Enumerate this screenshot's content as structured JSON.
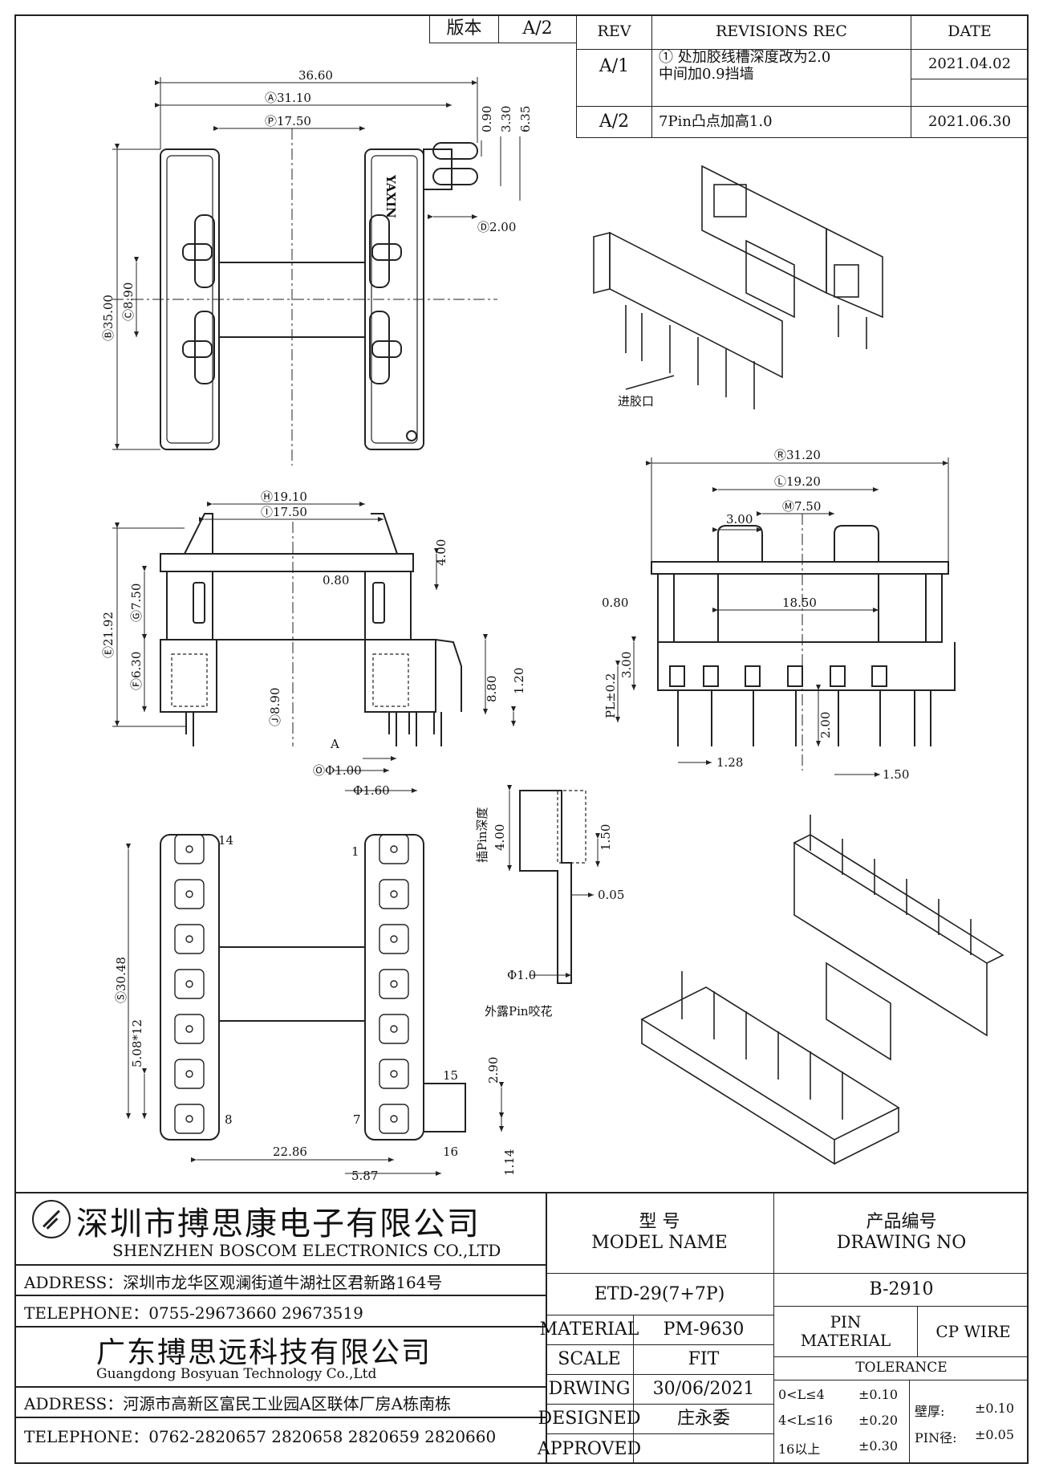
{
  "header": {
    "version_label": "版本",
    "version_value": "A/2",
    "rev_header": "REV",
    "revisions_header": "REVISIONS REC",
    "date_header": "DATE",
    "rows": [
      {
        "rev": "A/1",
        "marker": "①",
        "text_line1": "处加胶线槽深度改为2.0",
        "text_line2": "中间加0.9挡墙",
        "date": "2021.04.02"
      },
      {
        "rev": "A/2",
        "marker": "",
        "text_line1": "7Pin凸点加高1.0",
        "text_line2": "",
        "date": "2021.06.30"
      }
    ]
  },
  "drawing": {
    "logo_text": "YAXIN",
    "gate_label": "进胶口",
    "pin_depth_label": "插Pin深度",
    "pin_note": "外露Pin咬花",
    "section_label": "A",
    "pin_numbers": [
      "14",
      "1",
      "8",
      "7",
      "15",
      "16"
    ],
    "top_view": {
      "d1": "36.60",
      "d2": "Ⓐ31.10",
      "d3": "Ⓟ17.50",
      "d4": "0.90",
      "d5": "3.30",
      "d6": "6.35",
      "d7": "Ⓓ2.00",
      "d8": "Ⓑ35.00",
      "d9": "Ⓒ8.90"
    },
    "front_view": {
      "d1": "Ⓗ19.10",
      "d2": "Ⓘ17.50",
      "d3": "4.00",
      "d4": "0.80",
      "d5": "Ⓔ21.92",
      "d6": "Ⓖ7.50",
      "d7": "Ⓕ6.30",
      "d8": "Ⓙ8.90",
      "d9": "8.80",
      "d10": "1.20",
      "d11": "ⓄΦ1.00",
      "d12": "Φ1.60"
    },
    "side_view": {
      "d1": "Ⓡ31.20",
      "d2": "Ⓛ19.20",
      "d3": "Ⓜ7.50",
      "d4": "3.00",
      "d5": "0.80",
      "d6": "18.50",
      "d7": "3.00",
      "d8": "PL±0.2",
      "d9": "2.00",
      "d10": "1.28",
      "d11": "1.50"
    },
    "bottom_view": {
      "d1": "Ⓢ30.48",
      "d2": "5.08*12",
      "d3": "22.86",
      "d4": "5.87",
      "d5": "2.90",
      "d6": "1.14"
    },
    "pin_detail": {
      "d1": "4.00",
      "d2": "1.50",
      "d3": "0.05",
      "d4": "Φ1.0"
    }
  },
  "title_block": {
    "company1_cn": "深圳市搏思康电子有限公司",
    "company1_en": "SHENZHEN BOSCOM ELECTRONICS CO.,LTD",
    "address1": "ADDRESS：深圳市龙华区观澜街道牛湖社区君新路164号",
    "telephone1": "TELEPHONE：0755-29673660  29673519",
    "company2_cn": "广东搏思远科技有限公司",
    "company2_en": "Guangdong Bosyuan Technology Co.,Ltd",
    "address2": "ADDRESS：河源市高新区富民工业园A区联体厂房A栋南栋",
    "telephone2": "TELEPHONE：0762-2820657 2820658 2820659 2820660",
    "model_cn": "型    号",
    "model_en": "MODEL NAME",
    "model_value": "ETD-29(7+7P)",
    "drawing_no_cn": "产品编号",
    "drawing_no_en": "DRAWING NO",
    "drawing_no_value": "B-2910",
    "material_label": "MATERIAL",
    "material_value": "PM-9630",
    "scale_label": "SCALE",
    "scale_value": "FIT",
    "drawing_label": "DRWING",
    "drawing_value": "30/06/2021",
    "designed_label": "DESIGNED",
    "designed_value": "庄永委",
    "approved_label": "APPROVED",
    "pin_material_label1": "PIN",
    "pin_material_label2": "MATERIAL",
    "pin_material_value": "CP WIRE",
    "tolerance_label": "TOLERANCE",
    "tol_rows": [
      {
        "range": "0<L≤4",
        "value": "±0.10"
      },
      {
        "range": "4<L≤16",
        "value": "±0.20"
      },
      {
        "range": "16以上",
        "value": "±0.30"
      }
    ],
    "wall_label": "壁厚:",
    "wall_value": "±0.10",
    "pin_dia_label": "PIN径:",
    "pin_dia_value": "±0.05"
  }
}
